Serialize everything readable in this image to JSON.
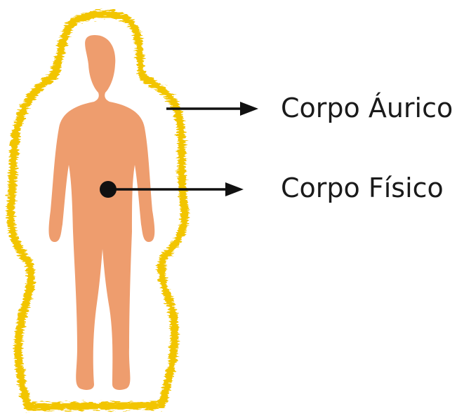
{
  "labels": {
    "aura": "Corpo Áurico",
    "physical": "Corpo Físico"
  },
  "colors": {
    "aura": "#f2c500",
    "body": "#ee9d6e",
    "arrow": "#111111",
    "text": "#1a1a1a"
  },
  "icons": {
    "figure": "human-silhouette",
    "marker": "dot-marker"
  }
}
